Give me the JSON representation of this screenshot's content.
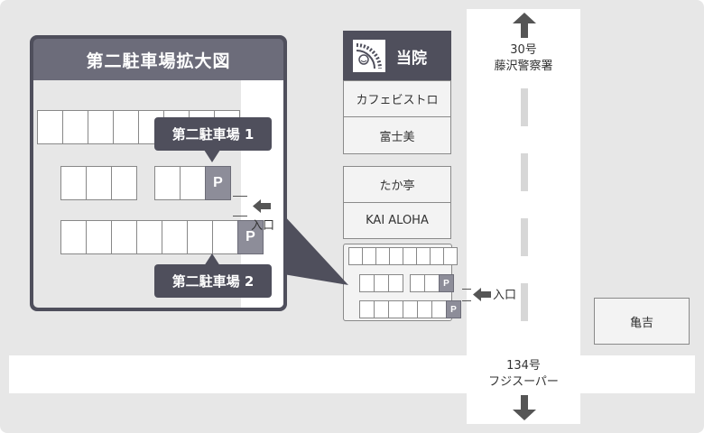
{
  "inset": {
    "title": "第二駐車場拡大図",
    "lot1_label": "第二駐車場 1",
    "lot2_label": "第二駐車場 2",
    "entrance_label": "入口",
    "parking_symbol": "P"
  },
  "roads": {
    "north_number": "30号",
    "north_name": "藤沢警察署",
    "south_number": "134号",
    "south_name": "フジスーパー"
  },
  "buildings": {
    "clinic": "当院",
    "cafe": "カフェビストロ",
    "fujimi": "富士美",
    "takatei": "たか亭",
    "kai_aloha": "KAI ALOHA",
    "kamekichi": "亀吉"
  },
  "entrance_label": "入口",
  "parking_symbol": "P",
  "icons": {
    "clinic_logo": "clinic-logo-icon",
    "arrow_up": "arrow-up-icon",
    "arrow_down": "arrow-down-icon",
    "arrow_left": "arrow-left-icon"
  },
  "colors": {
    "background": "#e7e7e7",
    "road": "#ffffff",
    "inset_header": "#6c6c7a",
    "callout": "#4f4f5c",
    "parking": "#8d8d99",
    "clinic_header": "#4f4f5c"
  }
}
